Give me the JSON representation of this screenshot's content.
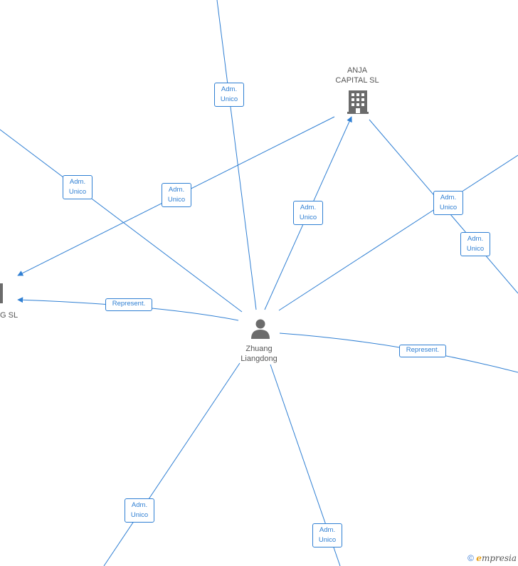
{
  "nodes": {
    "center_person": {
      "label": "Zhuang\nLiangdong",
      "icon": "person-icon"
    },
    "company_top": {
      "label": "ANJA\nCAPITAL  SL",
      "icon": "building-icon"
    },
    "company_left": {
      "label": "G  SL",
      "icon": "building-icon"
    }
  },
  "edge_labels": [
    {
      "id": "e-top",
      "text": "Adm.\nUnico"
    },
    {
      "id": "e-upper-left",
      "text": "Adm.\nUnico"
    },
    {
      "id": "e-mid-left",
      "text": "Adm.\nUnico"
    },
    {
      "id": "e-anja",
      "text": "Adm.\nUnico"
    },
    {
      "id": "e-right-a",
      "text": "Adm.\nUnico"
    },
    {
      "id": "e-right-b",
      "text": "Adm.\nUnico"
    },
    {
      "id": "e-represent-left",
      "text": "Represent."
    },
    {
      "id": "e-represent-right",
      "text": "Represent."
    },
    {
      "id": "e-bottom-left",
      "text": "Adm.\nUnico"
    },
    {
      "id": "e-bottom",
      "text": "Adm.\nUnico"
    }
  ],
  "footer": {
    "copyright": "©",
    "brand_e": "e",
    "brand_rest": "mpresia"
  },
  "colors": {
    "edge": "#2f7fd3",
    "icon": "#6b6b6b"
  }
}
